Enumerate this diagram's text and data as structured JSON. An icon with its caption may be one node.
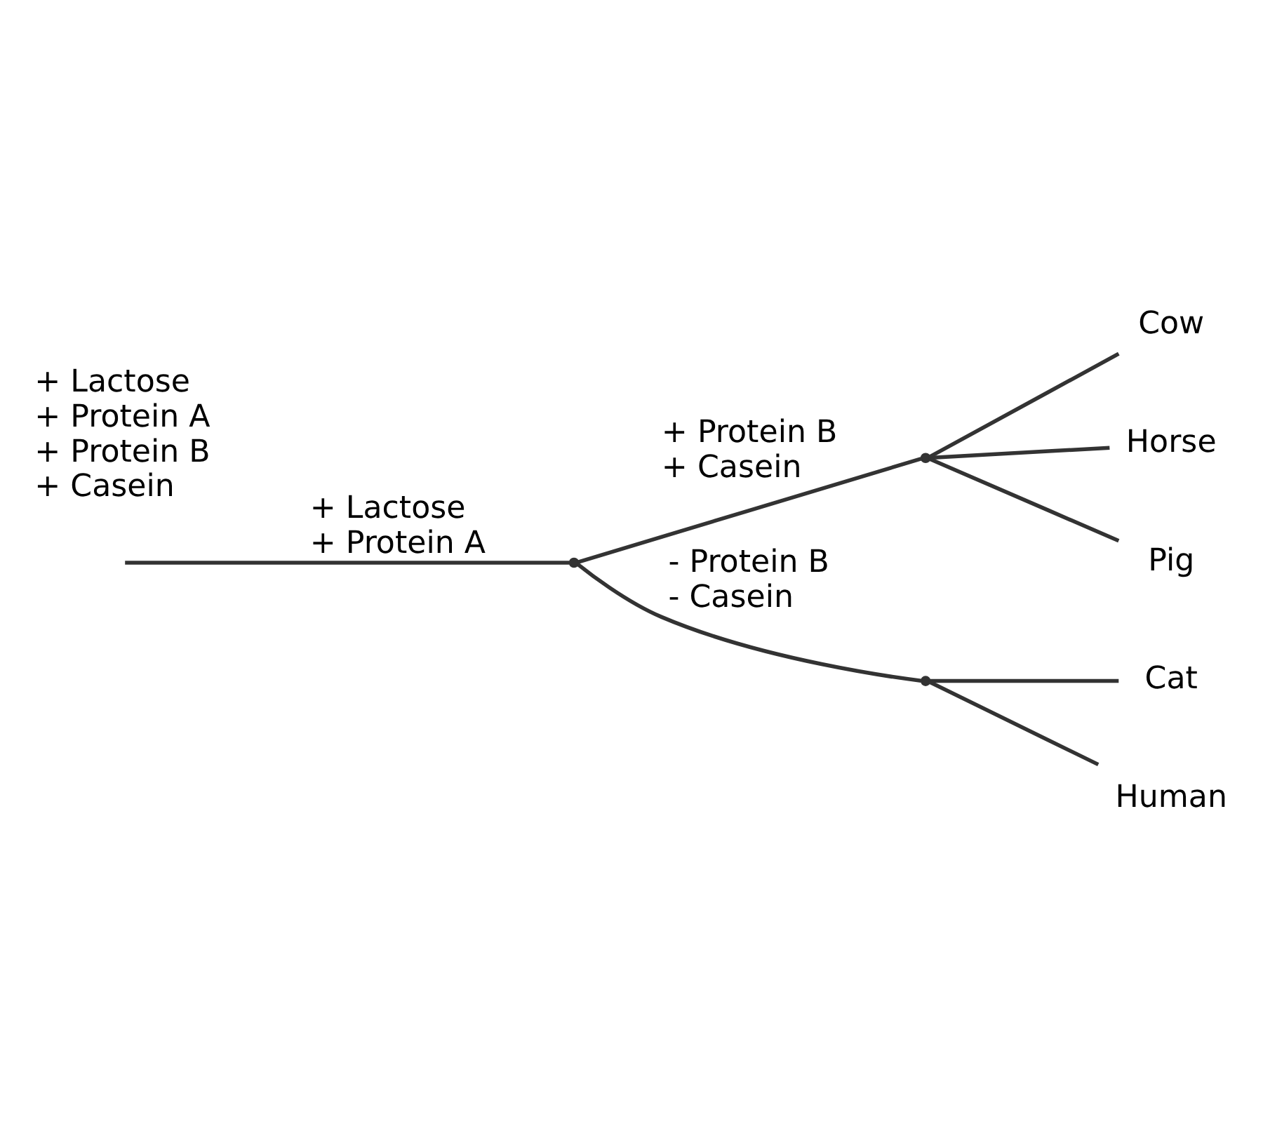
{
  "diagram": {
    "nodes": [
      {
        "text": [],
        "shape": "point"
      },
      {
        "text": [],
        "shape": "point"
      },
      {
        "text": [],
        "shape": "point"
      },
      {
        "text": [
          "Cow"
        ]
      },
      {
        "text": [
          "Horse"
        ]
      },
      {
        "text": [
          "Pig"
        ]
      },
      {
        "text": [
          "Cat"
        ]
      },
      {
        "text": [
          "Human"
        ]
      }
    ],
    "edges": [
      {
        "from": null,
        "to": 0,
        "arrow": "none",
        "label": "+ Lactose + Protein A"
      },
      {
        "from": 0,
        "to": 1,
        "arrow": "none",
        "label": "+ Protein B + Casein"
      },
      {
        "from": 0,
        "to": 2,
        "arrow": "none",
        "label": "- Protein B - Casein"
      },
      {
        "from": 1,
        "to": 3,
        "arrow": "none"
      },
      {
        "from": 1,
        "to": 4,
        "arrow": "none"
      },
      {
        "from": 1,
        "to": 5,
        "arrow": "none"
      },
      {
        "from": 2,
        "to": 6,
        "arrow": "none"
      },
      {
        "from": 2,
        "to": 7,
        "arrow": "none"
      }
    ],
    "labels": [
      "+ Lactose + Protein A + Protein B + Casein"
    ]
  }
}
